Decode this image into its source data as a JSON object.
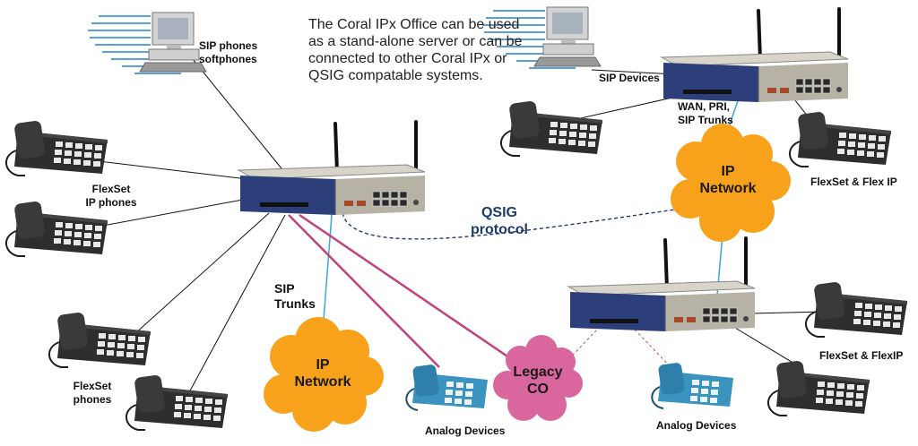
{
  "description": "The Coral IPx Office can be used as a stand-alone server or can be connected to other Coral IPx or QSIG compatable systems.",
  "labels": {
    "sip_phones": "SIP phones",
    "softphones": "softphones",
    "flexset_ip_1": "FlexSet",
    "flexset_ip_2": "IP phones",
    "flexset_phones_1": "FlexSet",
    "flexset_phones_2": "phones",
    "sip_trunks_1": "SIP",
    "sip_trunks_2": "Trunks",
    "ip_network_left_1": "IP",
    "ip_network_left_2": "Network",
    "analog_devices_left": "Analog Devices",
    "legacy_co_1": "Legacy",
    "legacy_co_2": "CO",
    "analog_devices_right": "Analog Devices",
    "qsig_1": "QSIG",
    "qsig_2": "protocol",
    "sip_devices": "SIP Devices",
    "wan_1": "WAN, PRI,",
    "wan_2": "SIP Trunks",
    "ip_network_right_1": "IP",
    "ip_network_right_2": "Network",
    "flexset_flex_ip": "FlexSet & Flex IP",
    "flexset_flexip": "FlexSet & FlexIP"
  },
  "colors": {
    "ip_cloud": "#f7a21a",
    "legacy_cloud": "#d9669c",
    "analog_link": "#c2427e",
    "ip_link": "#3aa7d8",
    "qsig_link": "#203a6e",
    "phone_dark": "#2e2e2e",
    "phone_analog": "#3b93bf",
    "server_body": "#b7b2a6",
    "server_panel": "#2c3f7a"
  },
  "icons": {
    "server": "coral-ipx-server-icon",
    "computer": "computer-icon",
    "phone": "desk-phone-icon",
    "analog_phone": "analog-phone-icon",
    "cloud": "cloud-icon"
  }
}
